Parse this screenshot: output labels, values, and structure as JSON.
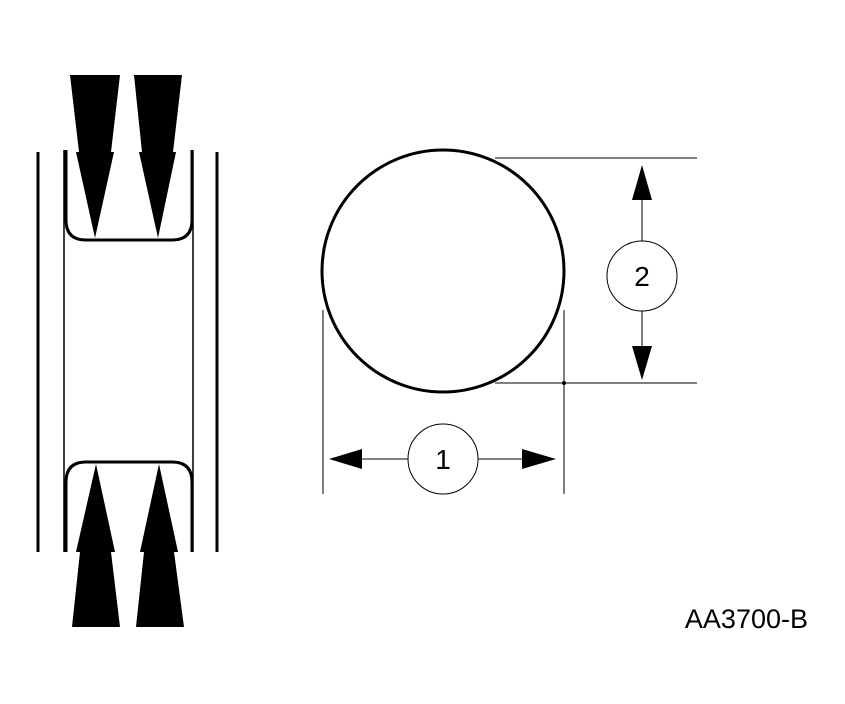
{
  "diagram": {
    "callouts": [
      {
        "id": "1",
        "label": "1"
      },
      {
        "id": "2",
        "label": "2"
      }
    ],
    "reference_code": "AA3700-B",
    "colors": {
      "ink": "#000000",
      "paper": "#ffffff"
    }
  }
}
